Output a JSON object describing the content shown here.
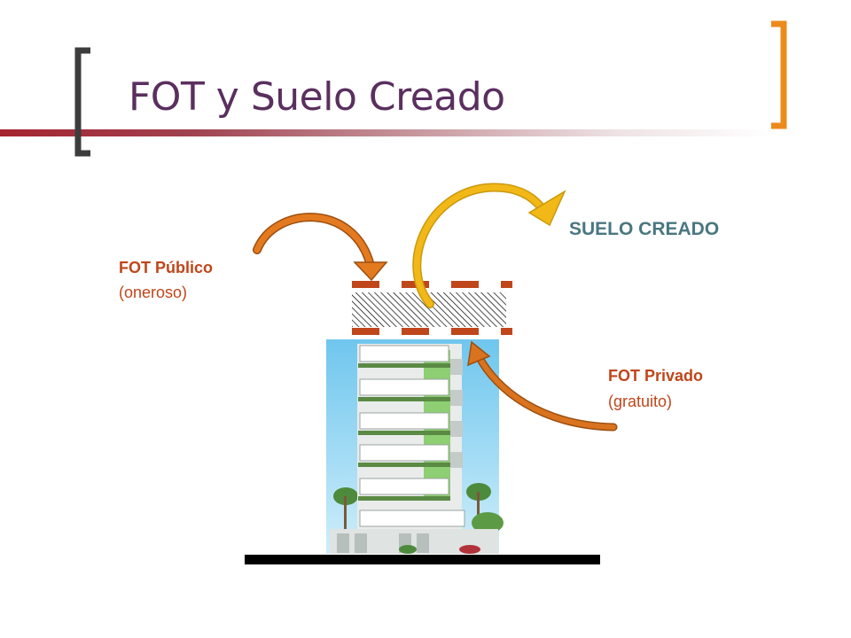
{
  "slide": {
    "title": "FOT y Suelo Creado"
  },
  "labels": {
    "suelo_creado": "SUELO CREADO",
    "fot_publico_title": "FOT Público",
    "fot_publico_sub": "(oneroso)",
    "fot_privado_title": "FOT Privado",
    "fot_privado_sub": "(gratuito)"
  },
  "colors": {
    "title_text": "#5a2f5f",
    "bracket_left": "#3d3d3d",
    "bracket_right": "#ec8a1c",
    "rule_start": "#a52430",
    "label_orange": "#c0461b",
    "label_teal": "#4a7780",
    "dash_red": "#c0461b",
    "arrow_publico": "#e47a20",
    "arrow_suelo": "#f2b818",
    "arrow_privado": "#d9731f"
  }
}
